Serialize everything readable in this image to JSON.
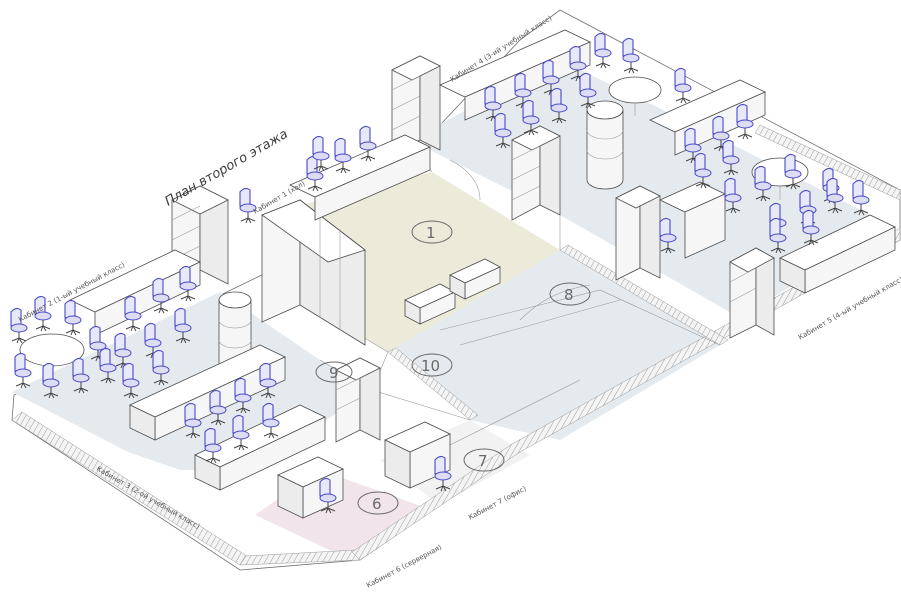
{
  "title": "План второго этажа",
  "colors": {
    "floor_grey": "#e4eaee",
    "floor_beige": "#ecead9",
    "floor_pink": "#f1e4ea",
    "chair_accent": "#4a4ac8"
  },
  "room_numbers": [
    {
      "id": "1",
      "label": "1"
    },
    {
      "id": "6",
      "label": "6"
    },
    {
      "id": "7",
      "label": "7"
    },
    {
      "id": "8",
      "label": "8"
    },
    {
      "id": "9",
      "label": "9"
    },
    {
      "id": "10",
      "label": "10"
    }
  ],
  "room_labels": {
    "kab1": "Кабинет 1 (хол)",
    "kab2": "Кабинет 2 (1-ый учебный класс)",
    "kab3": "Кабинет 3 (2-ой учебный класс)",
    "kab4": "Кабинет 4 (3-ий учебный класс)",
    "kab5": "Кабинет 5 (4-ый учебный класс)",
    "kab6": "Кабинет 6 (серверная)",
    "kab7": "Кабинет 7 (офис)"
  }
}
